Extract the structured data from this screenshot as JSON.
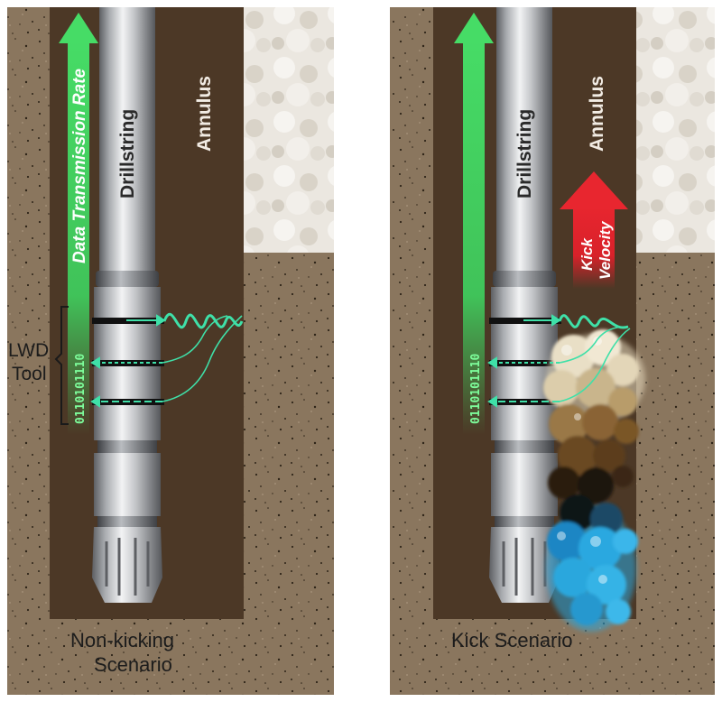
{
  "left_panel": {
    "arrow_label": "Data Transmission Rate",
    "drillstring_label": "Drillstring",
    "annulus_label": "Annulus",
    "tool_label_line1": "LWD",
    "tool_label_line2": "Tool",
    "bit_code": "0110101110",
    "caption_line1": "Non-kicking",
    "caption_line2": "Scenario"
  },
  "right_panel": {
    "drillstring_label": "Drillstring",
    "annulus_label": "Annulus",
    "kick_label_line1": "Kick",
    "kick_label_line2": "Velocity",
    "bit_code": "0110101110",
    "caption": "Kick Scenario"
  },
  "colors": {
    "transmission_arrow": "#3fd25f",
    "kick_arrow": "#e0202a",
    "annulus": "#57402c",
    "formation": "#8c7860",
    "rock": "#e7e3dc",
    "kick_fluid_gas": "#e8dcc0",
    "kick_fluid_oil": "#6a4a24",
    "kick_fluid_water": "#2aa8e0"
  }
}
